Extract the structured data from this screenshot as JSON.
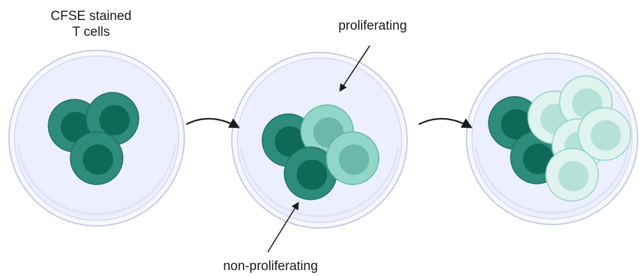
{
  "labels": {
    "cfse_line1": "CFSE stained",
    "cfse_line2": "T cells",
    "proliferating": "proliferating",
    "non_proliferating": "non-proliferating"
  },
  "colors": {
    "dish_fill": "#eceffd",
    "dish_rim": "#c6cbe2",
    "dark_cell_outer": "#2d8c7a",
    "dark_cell_inner": "#0e6a57",
    "mid_cell_outer": "#92d6c8",
    "mid_cell_inner": "#6cb9aa",
    "light_cell_outer": "#dff3ef",
    "light_cell_inner": "#b5e1d8",
    "arrow": "#1a1a1a"
  },
  "icons": [
    "petri-dish",
    "t-cell",
    "curved-arrow",
    "pointer-arrow"
  ]
}
